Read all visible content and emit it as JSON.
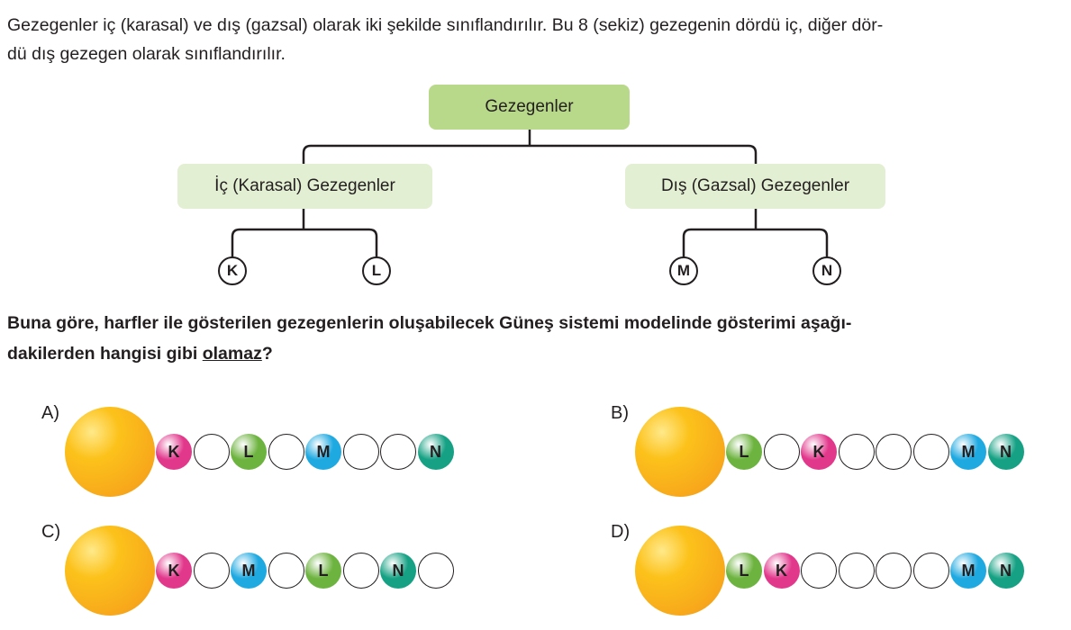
{
  "intro_line1": "Gezegenler iç (karasal) ve dış (gazsal) olarak iki şekilde sınıflandırılır. Bu 8 (sekiz) gezegenin dördü iç, diğer dör-",
  "intro_line2": "dü dış gezegen olarak sınıflandırılır.",
  "diagram": {
    "root": "Gezegenler",
    "inner": "İç (Karasal) Gezegenler",
    "outer": "Dış (Gazsal) Gezegenler",
    "inner_items": [
      "K",
      "L"
    ],
    "outer_items": [
      "M",
      "N"
    ]
  },
  "question": {
    "line1": "Buna göre, harfler ile gösterilen gezegenlerin oluşabilecek Güneş sistemi modelinde gösterimi aşağı-",
    "line2_pre": "dakilerden hangisi gibi ",
    "line2_u": "olamaz",
    "line2_post": "?"
  },
  "colors": {
    "K": "#e2388c",
    "L": "#6db33f",
    "M": "#1fa9e1",
    "N": "#16a184"
  },
  "options": [
    {
      "label": "A)",
      "planets": [
        "K",
        "",
        "L",
        "",
        "M",
        "",
        "",
        "N"
      ]
    },
    {
      "label": "B)",
      "planets": [
        "L",
        "",
        "K",
        "",
        "",
        "",
        "M",
        "N"
      ]
    },
    {
      "label": "C)",
      "planets": [
        "K",
        "",
        "M",
        "",
        "L",
        "",
        "N",
        ""
      ]
    },
    {
      "label": "D)",
      "planets": [
        "L",
        "K",
        "",
        "",
        "",
        "",
        "M",
        "N"
      ]
    }
  ]
}
